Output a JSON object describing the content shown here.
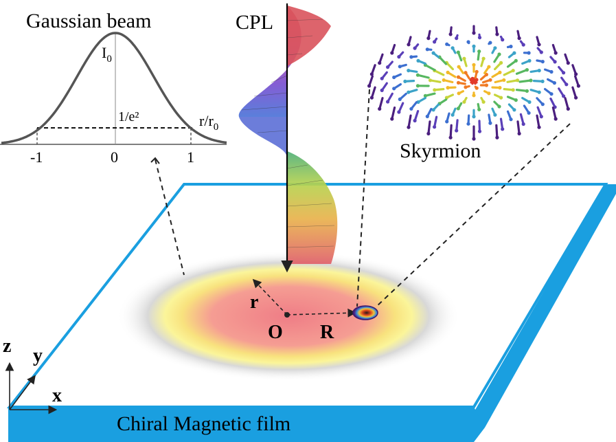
{
  "gaussian": {
    "title": "Gaussian beam",
    "peak_label": "I",
    "peak_sub": "0",
    "threshold_label": "1/e²",
    "axis_label": "r/r",
    "axis_sub": "0",
    "ticks": [
      "-1",
      "0",
      "1"
    ]
  },
  "beam": {
    "label": "CPL"
  },
  "skyrmion": {
    "label": "Skyrmion"
  },
  "film": {
    "label": "Chiral Magnetic film",
    "edge_color": "#1a9fe0"
  },
  "spot": {
    "origin_label": "O",
    "r_label": "r",
    "R_label": "R"
  },
  "axes": {
    "x": "x",
    "y": "y",
    "z": "z"
  }
}
